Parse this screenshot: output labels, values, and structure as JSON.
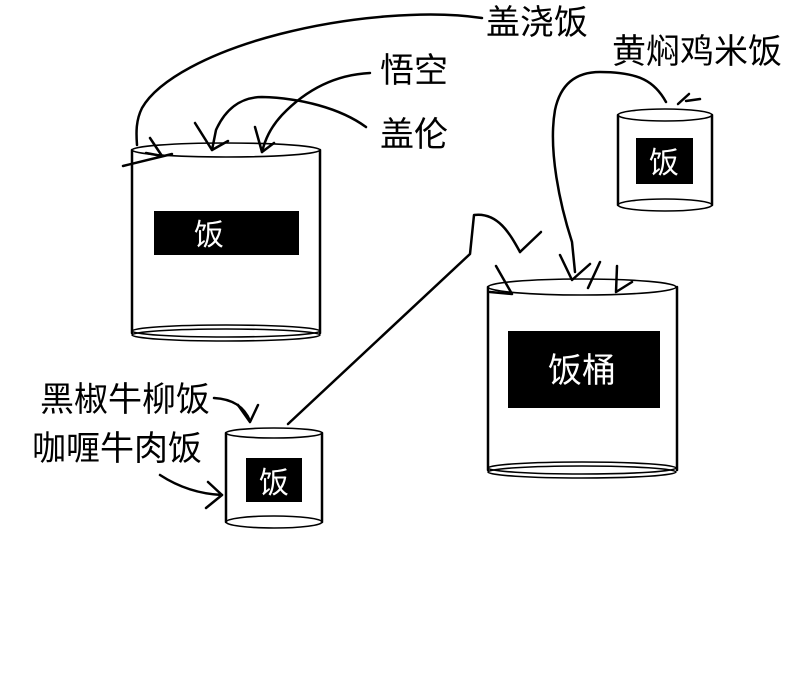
{
  "buckets": {
    "left_large": {
      "label": "饭"
    },
    "right_small": {
      "label": "饭"
    },
    "right_large": {
      "label": "饭桶"
    },
    "bottom_small": {
      "label": "饭"
    }
  },
  "annotations": {
    "gaijiaofan": "盖浇饭",
    "wukong": "悟空",
    "gailun": "盖伦",
    "huangmenjimifan": "黄焖鸡米饭",
    "heijiaoniuliufan": "黑椒牛柳饭",
    "galiniuroufan": "咖喱牛肉饭"
  },
  "colors": {
    "background": "#ffffff",
    "stroke": "#000000",
    "label_box": "#000000",
    "label_text": "#ffffff"
  }
}
